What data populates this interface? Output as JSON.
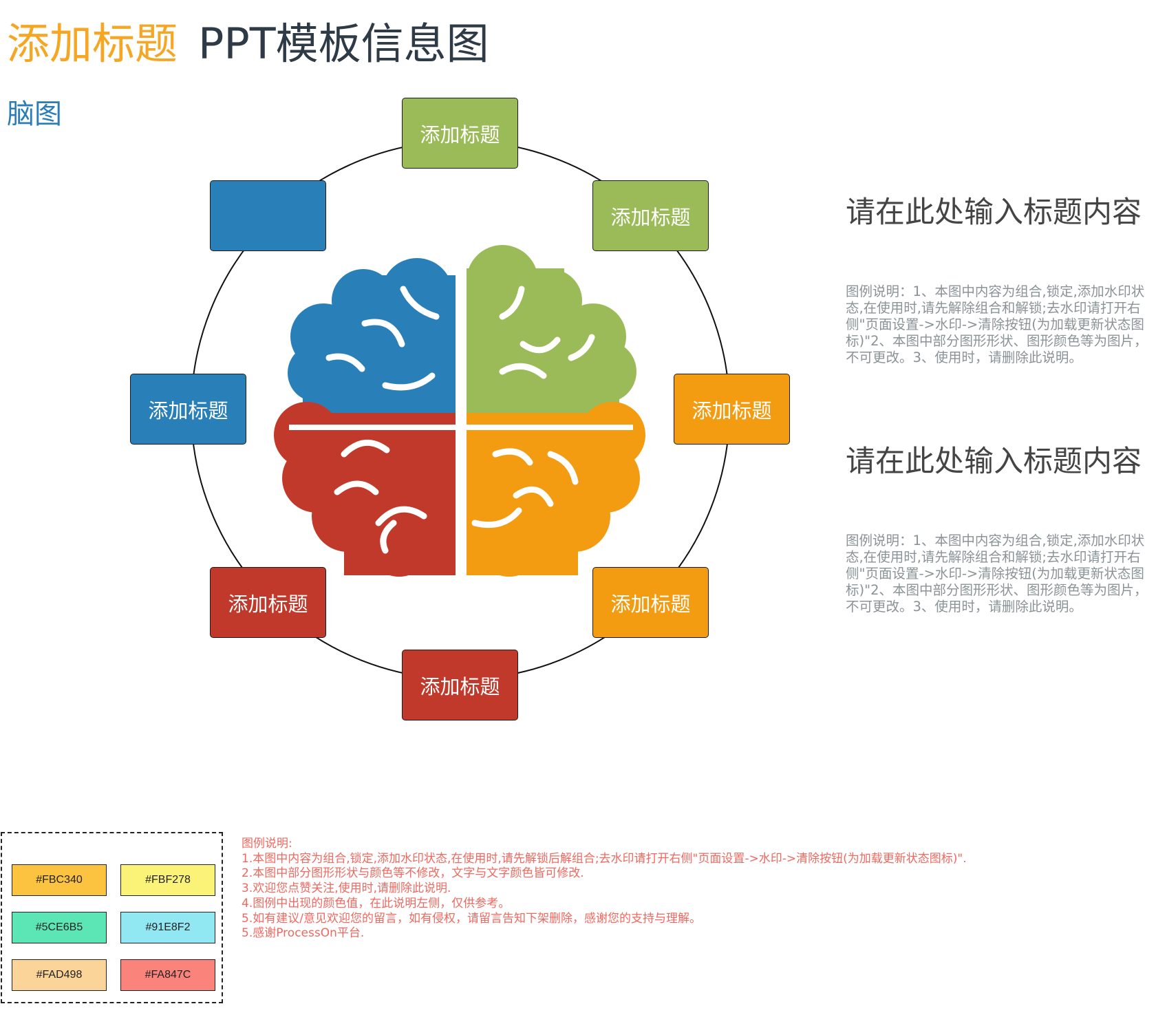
{
  "header": {
    "title_accent": "添加标题",
    "title_main": "PPT模板信息图",
    "subtitle": "脑图"
  },
  "nodes": [
    {
      "label": "添加标题",
      "color": "#9BBB59"
    },
    {
      "label": "添加标题",
      "color": "#9BBB59"
    },
    {
      "label": "添加标题",
      "color": "#F39C12"
    },
    {
      "label": "添加标题",
      "color": "#F39C12"
    },
    {
      "label": "添加标题",
      "color": "#C0392B"
    },
    {
      "label": "添加标题",
      "color": "#C0392B"
    },
    {
      "label": "添加标题",
      "color": "#2980B9"
    },
    {
      "label": "",
      "color": "#2980B9"
    }
  ],
  "brain_colors": {
    "top_left": "#2980B9",
    "top_right": "#9BBB59",
    "bottom_left": "#C0392B",
    "bottom_right": "#F39C12"
  },
  "side_panel": [
    {
      "title": "请在此处输入标题内容",
      "description": "图例说明：1、本图中内容为组合,锁定,添加水印状态,在使用时,请先解除组合和解锁;去水印请打开右侧\"页面设置->水印->清除按钮(为加载更新状态图标)\"2、本图中部分图形形状、图形颜色等为图片，不可更改。3、使用时，请删除此说明。"
    },
    {
      "title": "请在此处输入标题内容",
      "description": "图例说明：1、本图中内容为组合,锁定,添加水印状态,在使用时,请先解除组合和解锁;去水印请打开右侧\"页面设置->水印->清除按钮(为加载更新状态图标)\"2、本图中部分图形形状、图形颜色等为图片，不可更改。3、使用时，请删除此说明。"
    }
  ],
  "legend": {
    "swatches": [
      {
        "label": "#FBC340",
        "color": "#FBC340"
      },
      {
        "label": "#FBF278",
        "color": "#FBF278"
      },
      {
        "label": "#5CE6B5",
        "color": "#5CE6B5"
      },
      {
        "label": "#91E8F2",
        "color": "#91E8F2"
      },
      {
        "label": "#FAD498",
        "color": "#FAD498"
      },
      {
        "label": "#FA847C",
        "color": "#FA847C"
      }
    ],
    "notes": [
      "图例说明:",
      "1.本图中内容为组合,锁定,添加水印状态,在使用时,请先解锁后解组合;去水印请打开右侧\"页面设置->水印->清除按钮(为加载更新状态图标)\".",
      "2.本图中部分图形形状与颜色等不修改，文字与文字颜色皆可修改.",
      "3.欢迎您点赞关注,使用时,请删除此说明.",
      "4.图例中出现的颜色值，在此说明左侧，仅供参考。",
      "5.如有建议/意见欢迎您的留言，如有侵权，请留言告知下架删除，感谢您的支持与理解。",
      "5.感谢ProcessOn平台."
    ]
  }
}
